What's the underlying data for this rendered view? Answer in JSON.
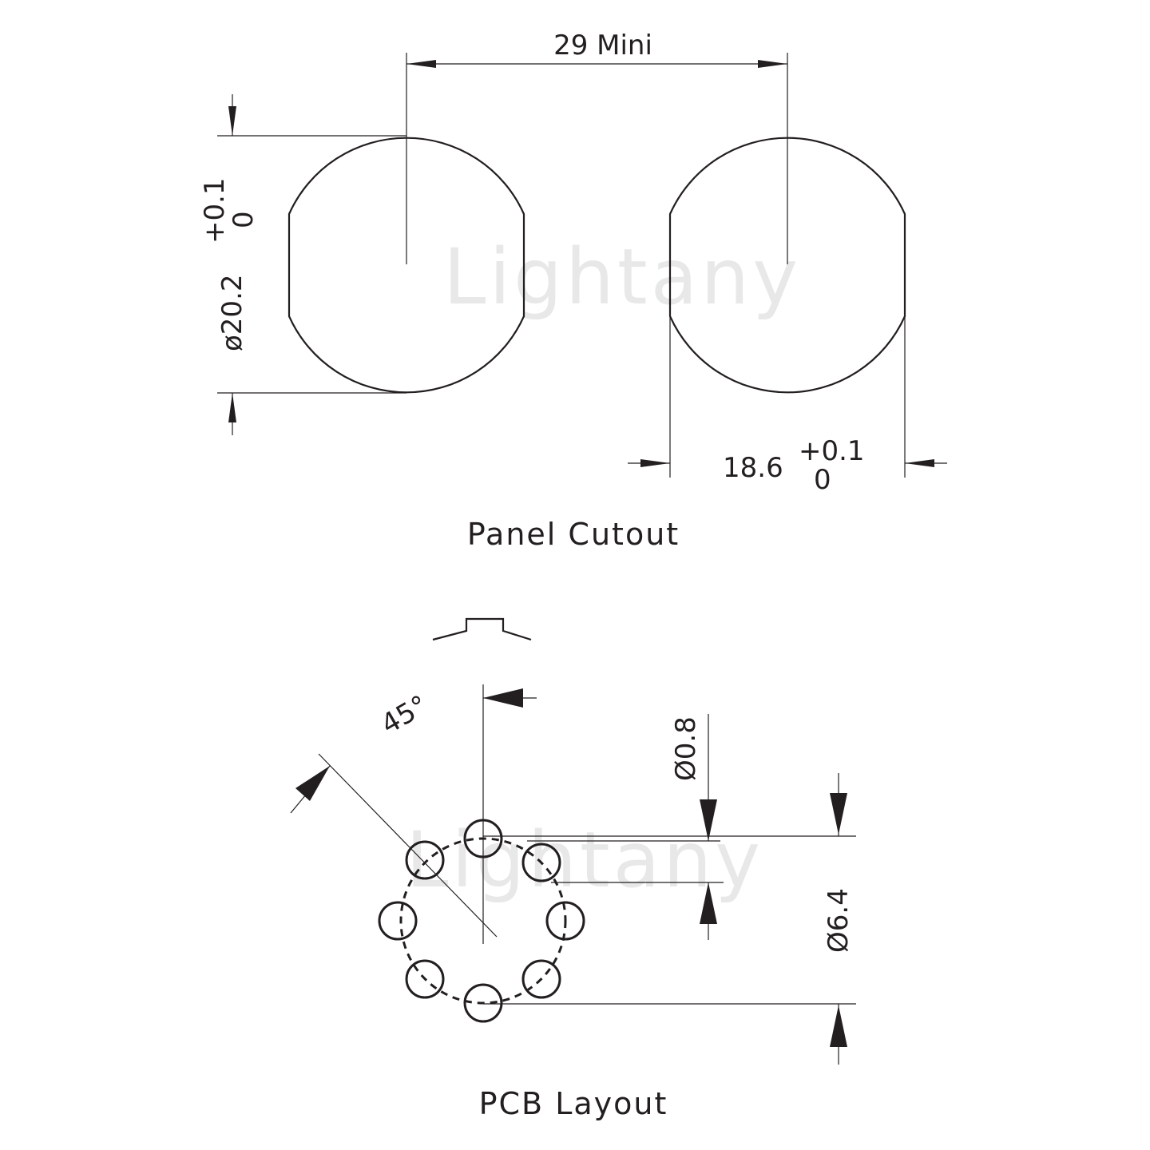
{
  "watermark": {
    "panel": "Lightany",
    "pcb": "Lightany"
  },
  "panel_cutout": {
    "title": "Panel Cutout",
    "pitch_label": "29 Mini",
    "diameter_label": "ø20.2",
    "diameter_tol_upper": "+0.1",
    "diameter_tol_lower": "0",
    "flat_width_label": "18.6",
    "flat_tol_upper": "+0.1",
    "flat_tol_lower": "0"
  },
  "pcb_layout": {
    "title": "PCB Layout",
    "angle_label": "45°",
    "hole_diameter_label": "Ø0.8",
    "pitch_circle_label": "Ø6.4",
    "hole_count": "8"
  },
  "colors": {
    "line": "#231f20",
    "watermark": "#e8e8e8",
    "background": "#ffffff"
  }
}
